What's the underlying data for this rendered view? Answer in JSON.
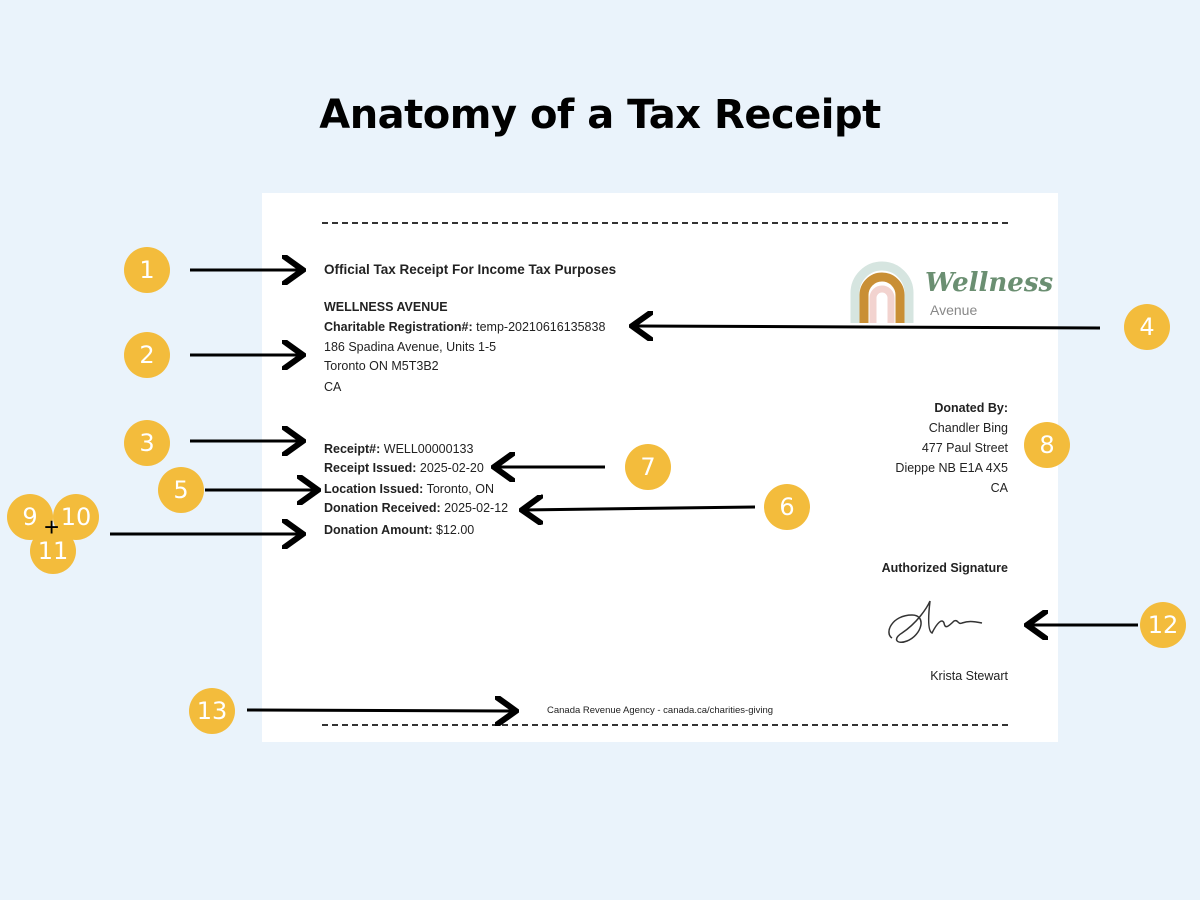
{
  "title": "Anatomy of a Tax Receipt",
  "receipt": {
    "heading": "Official Tax Receipt For Income Tax Purposes",
    "org_name": "WELLNESS AVENUE",
    "registration_label": "Charitable Registration#:",
    "registration_value": "temp-20210616135838",
    "address_line1": "186 Spadina Avenue, Units 1-5",
    "address_line2": "Toronto ON M5T3B2",
    "address_country": "CA",
    "receipt_no_label": "Receipt#:",
    "receipt_no_value": "WELL00000133",
    "issued_label": "Receipt Issued:",
    "issued_value": "2025-02-20",
    "location_label": "Location Issued:",
    "location_value": "Toronto, ON",
    "received_label": "Donation Received:",
    "received_value": "2025-02-12",
    "amount_label": "Donation Amount:",
    "amount_value": "$12.00",
    "donated_by_label": "Donated By:",
    "donor_name": "Chandler Bing",
    "donor_street": "477 Paul Street",
    "donor_city": "Dieppe NB E1A 4X5",
    "donor_country": "CA",
    "signature_label": "Authorized Signature",
    "signer_name": "Krista Stewart",
    "footer": "Canada Revenue Agency - canada.ca/charities-giving",
    "logo_text": "Wellness",
    "logo_subtext": "Avenue"
  },
  "markers": [
    "1",
    "2",
    "3",
    "4",
    "5",
    "6",
    "7",
    "8",
    "9",
    "10",
    "11",
    "12",
    "13"
  ],
  "colors": {
    "marker": "#f3bc3c",
    "background": "#eaf3fb"
  }
}
